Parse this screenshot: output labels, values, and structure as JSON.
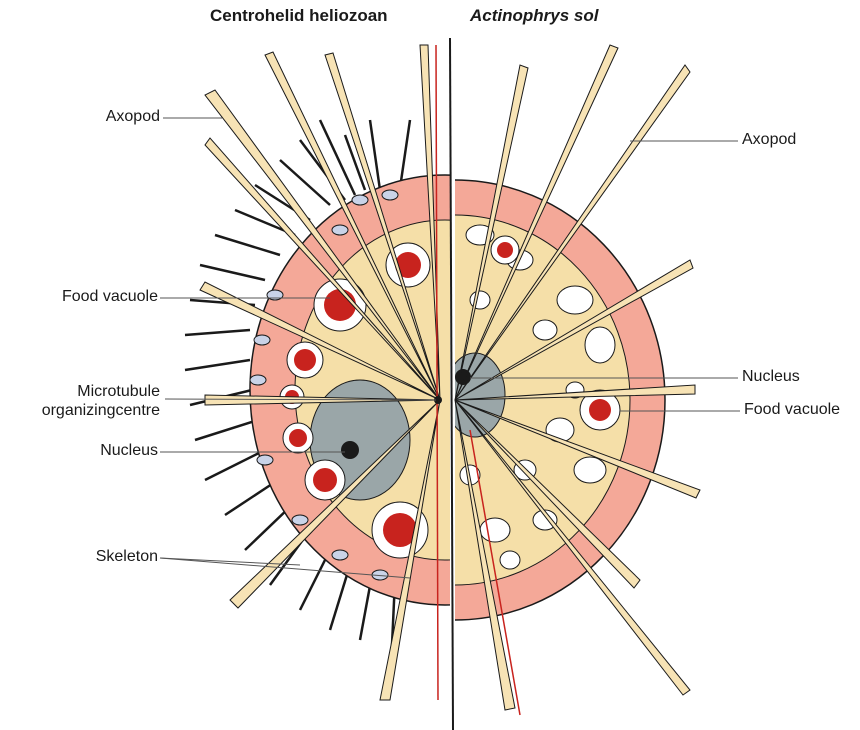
{
  "titles": {
    "left": "Centrohelid heliozoan",
    "right": "Actinophrys sol"
  },
  "labels_left": {
    "axopod": "Axopod",
    "food_vacuole": "Food vacuole",
    "mtoc_line1": "Microtubule",
    "mtoc_line2": "organizingcentre",
    "nucleus": "Nucleus",
    "skeleton": "Skeleton"
  },
  "labels_right": {
    "axopod": "Axopod",
    "nucleus": "Nucleus",
    "food_vacuole": "Food vacuole"
  },
  "colors": {
    "cytoplasm": "#f5dfa8",
    "cortex_pink": "#f4a898",
    "vacuole_red": "#c8231e",
    "outline": "#1a1a1a",
    "axopod_fill": "#f7e3b5"
  }
}
